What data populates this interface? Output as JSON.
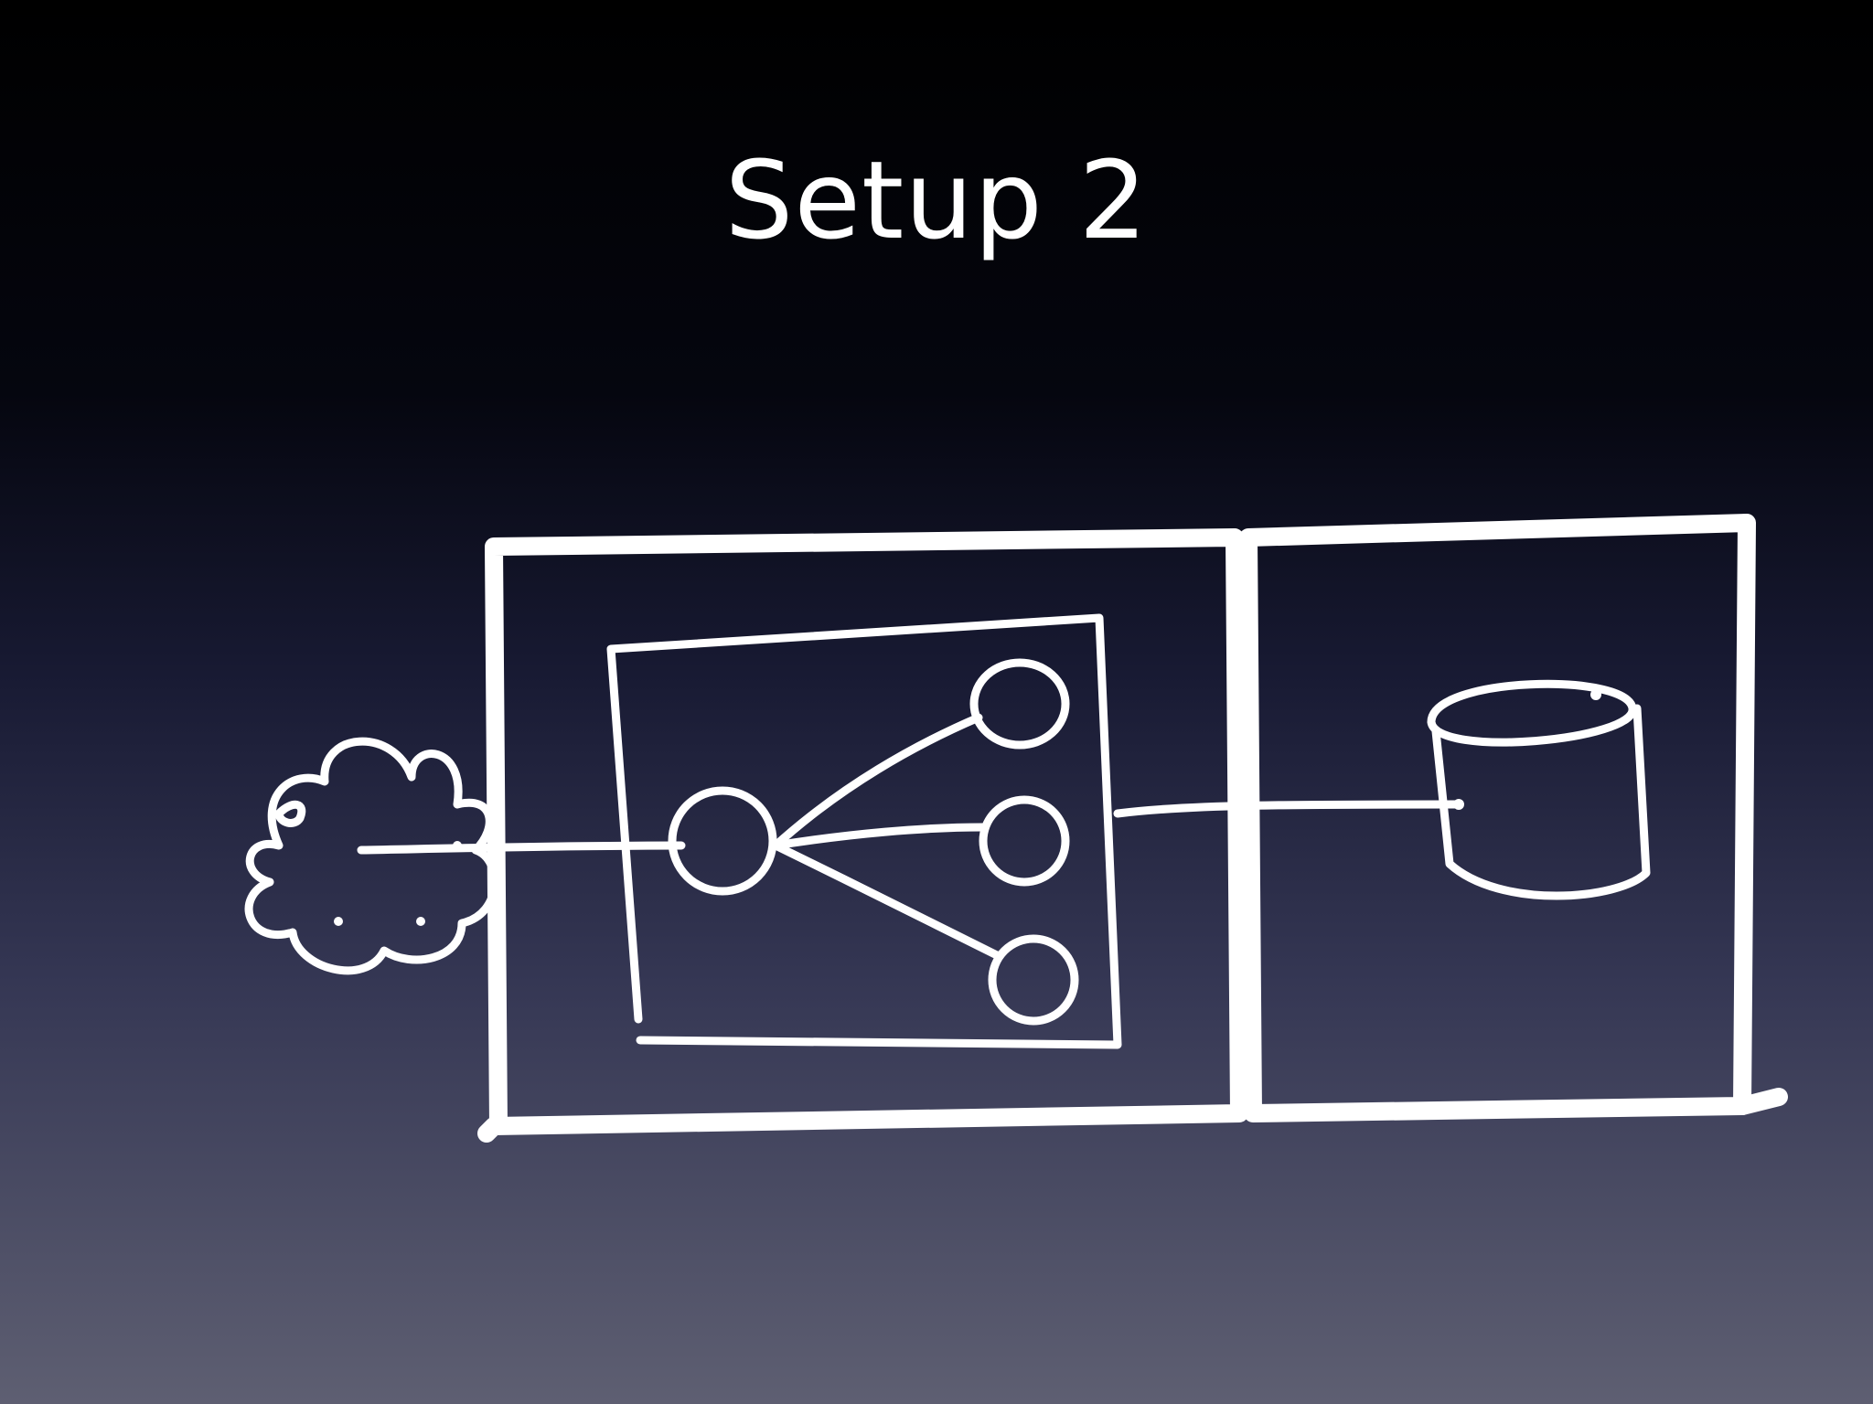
{
  "slide": {
    "title": "Setup 2"
  },
  "diagram": {
    "stroke_color": "#ffffff",
    "background_top": "#000000",
    "background_bottom": "#5e5f72",
    "elements": [
      {
        "id": "internet",
        "icon": "cloud-icon"
      },
      {
        "id": "left-host",
        "icon": "box"
      },
      {
        "id": "load-balancer-container",
        "icon": "box"
      },
      {
        "id": "load-balancer",
        "icon": "circle-node-icon"
      },
      {
        "id": "app-node-1",
        "icon": "circle-node-icon"
      },
      {
        "id": "app-node-2",
        "icon": "circle-node-icon"
      },
      {
        "id": "app-node-3",
        "icon": "circle-node-icon"
      },
      {
        "id": "right-host",
        "icon": "box"
      },
      {
        "id": "database",
        "icon": "database-cylinder-icon"
      }
    ]
  }
}
